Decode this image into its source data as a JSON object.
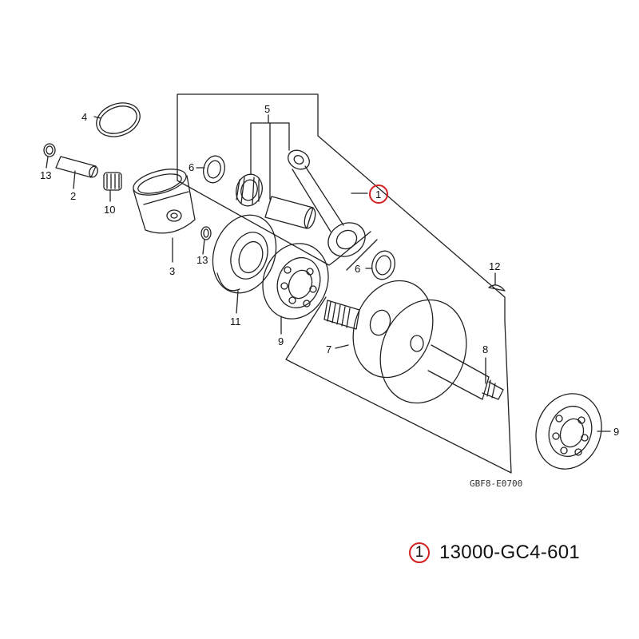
{
  "diagram": {
    "callouts": {
      "c1": "1",
      "c2": "2",
      "c3": "3",
      "c4": "4",
      "c5": "5",
      "c6a": "6",
      "c6b": "6",
      "c7": "7",
      "c8": "8",
      "c9a": "9",
      "c9b": "9",
      "c10": "10",
      "c11": "11",
      "c12": "12",
      "c13a": "13",
      "c13b": "13"
    },
    "diagram_code": "GBF8-E0700",
    "highlight_color": "#d42020"
  },
  "reference": {
    "number": "1",
    "part_number": "13000-GC4-601"
  }
}
